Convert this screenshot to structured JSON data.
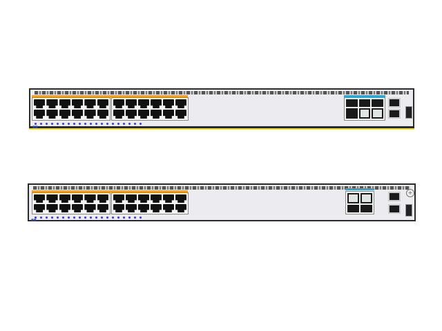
{
  "colors": {
    "poe_bar": "#f5a020",
    "sfp_bar": "#2aa8d8",
    "chassis": "#ecebf0",
    "led": "#3a3ac0",
    "base_stripe": "#f0e020"
  },
  "switches": [
    {
      "rj45_ports": 24,
      "sfp_ports": 6,
      "icons": [
        "rj45-port-icon",
        "sfp-port-icon",
        "console-port-icon",
        "usb-port-icon"
      ]
    },
    {
      "rj45_ports": 24,
      "sfp_ports": 4,
      "icons": [
        "rj45-port-icon",
        "sfp-port-icon",
        "console-port-icon",
        "usb-port-icon",
        "ground-screw-icon"
      ]
    }
  ]
}
